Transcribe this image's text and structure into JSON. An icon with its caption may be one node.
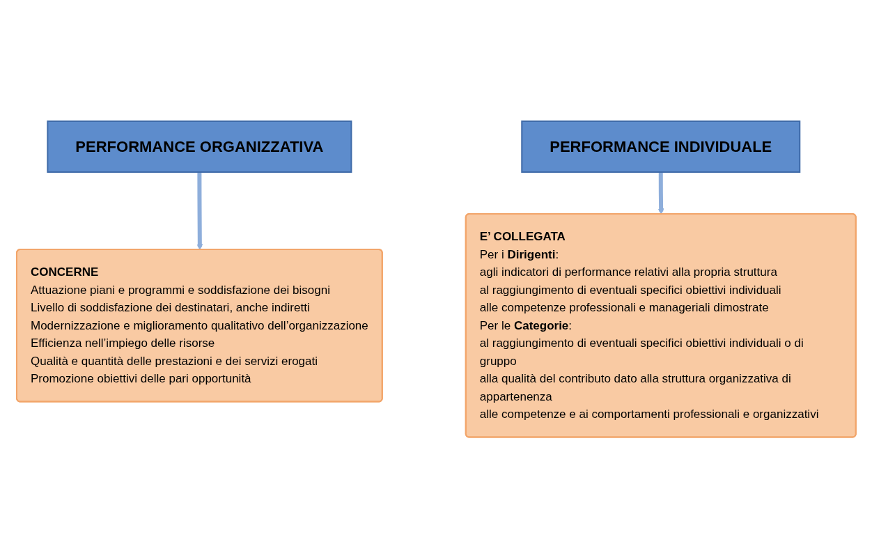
{
  "diagram": {
    "nodes": [
      {
        "text": [
          "PERFORMANCE ORGANIZZATIVA"
        ]
      },
      {
        "text": [
          "CONCERNE",
          "Attuazione piani e programmi e soddisfazione dei bisogni",
          "Livello di soddisfazione dei destinatari, anche indiretti",
          "Modernizzazione e miglioramento qualitativo dell’organizzazione",
          "Efficienza nell’impiego delle risorse",
          "Qualità e quantità delle prestazioni e dei servizi erogati",
          "Promozione obiettivi delle pari opportunità"
        ]
      },
      {
        "text": [
          "PERFORMANCE INDIVIDUALE"
        ]
      },
      {
        "text": [
          "E’ COLLEGATA",
          "Per i **Dirigenti**:",
          "agli indicatori di performance relativi alla propria struttura",
          "al raggiungimento di eventuali specifici obiettivi individuali",
          "alle competenze professionali e manageriali dimostrate",
          "Per le **Categorie**:",
          "al raggiungimento di eventuali specifici obiettivi individuali o di gruppo",
          "alla qualità del contributo dato alla struttura organizzativa di appartenenza",
          "alle competenze e ai comportamenti professionali e organizzativi"
        ]
      }
    ],
    "edges": [
      {
        "from": 0,
        "to": 1,
        "arrow": "to"
      },
      {
        "from": 2,
        "to": 3,
        "arrow": "to"
      }
    ]
  }
}
